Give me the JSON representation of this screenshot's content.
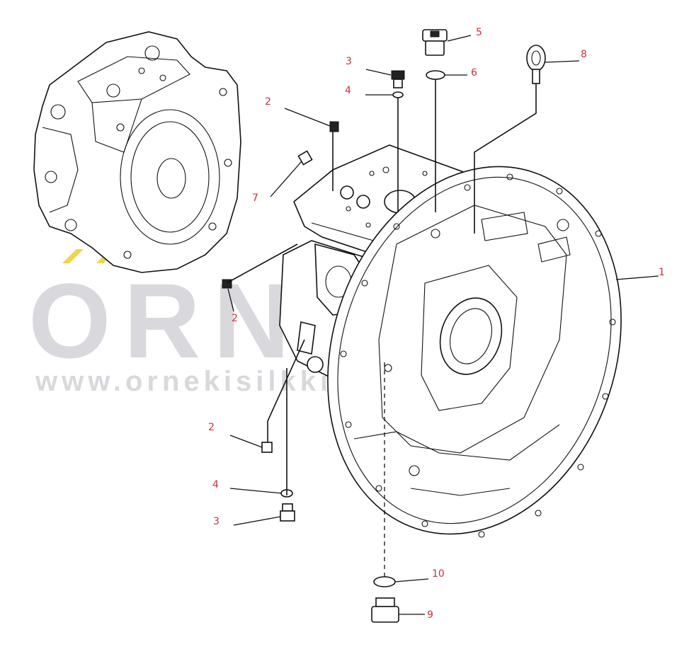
{
  "watermark": {
    "brand": "ORNEK",
    "url": "www.ornekisilkkinmalari.com.tr",
    "accent_color": "#f2d34a",
    "color": "#d9d9dd"
  },
  "callout_color": "#c8323c",
  "callouts": {
    "c1": "1",
    "c2a": "2",
    "c2b": "2",
    "c2c": "2",
    "c3a": "3",
    "c3b": "3",
    "c4a": "4",
    "c4b": "4",
    "c5": "5",
    "c6": "6",
    "c7": "7",
    "c8": "8",
    "c9": "9",
    "c10": "10"
  }
}
